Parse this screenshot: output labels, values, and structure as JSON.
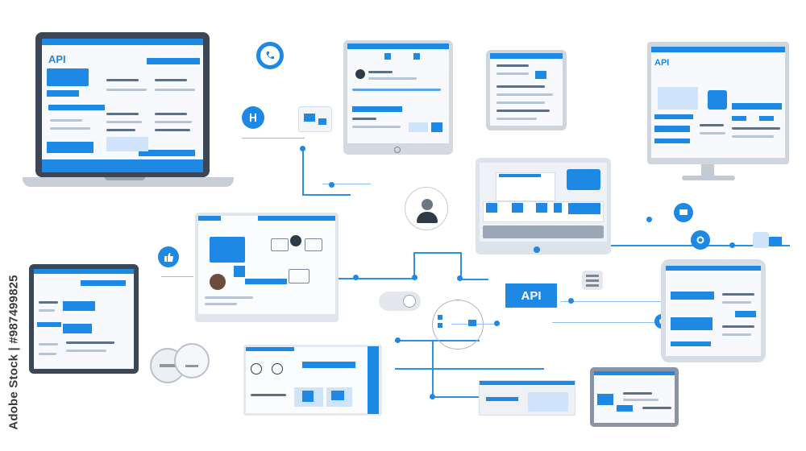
{
  "watermark": {
    "text": "Adobe Stock | #987499825"
  },
  "labels": {
    "laptop_title": "API",
    "monitor_title": "API",
    "center_button": "API"
  },
  "colors": {
    "accent": "#1e88e5",
    "connector": "#2f8fe6",
    "device_frame": "#7c8694",
    "screen_bg": "#f7f9fc"
  },
  "icons": {
    "phone_circle": "phone-icon",
    "transfer_circle": "transfer-icon",
    "thumbs_circle": "thumbs-up-icon",
    "shield_circle": "shield-icon",
    "chat_circle": "chat-icon",
    "user_circle": "user-avatar-icon",
    "gear_circle": "gear-icon"
  }
}
